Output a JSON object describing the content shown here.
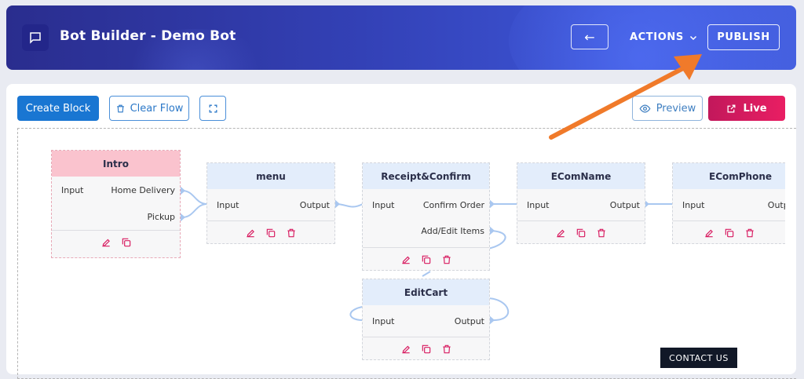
{
  "header": {
    "title": "Bot Builder - Demo Bot",
    "back_label": "←",
    "actions_label": "ACTIONS",
    "publish_label": "PUBLISH"
  },
  "toolbar": {
    "create_block": "Create Block",
    "clear_flow": "Clear Flow",
    "preview": "Preview",
    "live": "Live"
  },
  "nodes": {
    "intro": {
      "title": "Intro",
      "input": "Input",
      "outputs": [
        "Home Delivery",
        "Pickup"
      ]
    },
    "menu": {
      "title": "menu",
      "input": "Input",
      "output": "Output"
    },
    "receipt": {
      "title": "Receipt&Confirm",
      "input": "Input",
      "outputs": [
        "Confirm Order",
        "Add/Edit Items"
      ]
    },
    "ecomname": {
      "title": "EComName",
      "input": "Input",
      "output": "Output"
    },
    "ecomphone": {
      "title": "EComPhone",
      "input": "Input",
      "output": "Output"
    },
    "editcart": {
      "title": "EditCart",
      "input": "Input",
      "output": "Output"
    }
  },
  "contact_label": "CONTACT US",
  "colors": {
    "header_gradient_start": "#2a2d8e",
    "header_gradient_end": "#4560e0",
    "primary": "#1976d2",
    "live": "#e91e63",
    "node_head": "#e3edfb",
    "intro_head": "#fac3ce",
    "connector": "#a9c7f0",
    "tool_icon": "#d81b60",
    "annotation_arrow": "#f07a2a"
  },
  "icons": [
    "chat-icon",
    "back-arrow-icon",
    "chevron-down-icon",
    "trash-icon",
    "fullscreen-icon",
    "eye-icon",
    "external-link-icon",
    "edit-icon",
    "copy-icon",
    "delete-icon"
  ]
}
